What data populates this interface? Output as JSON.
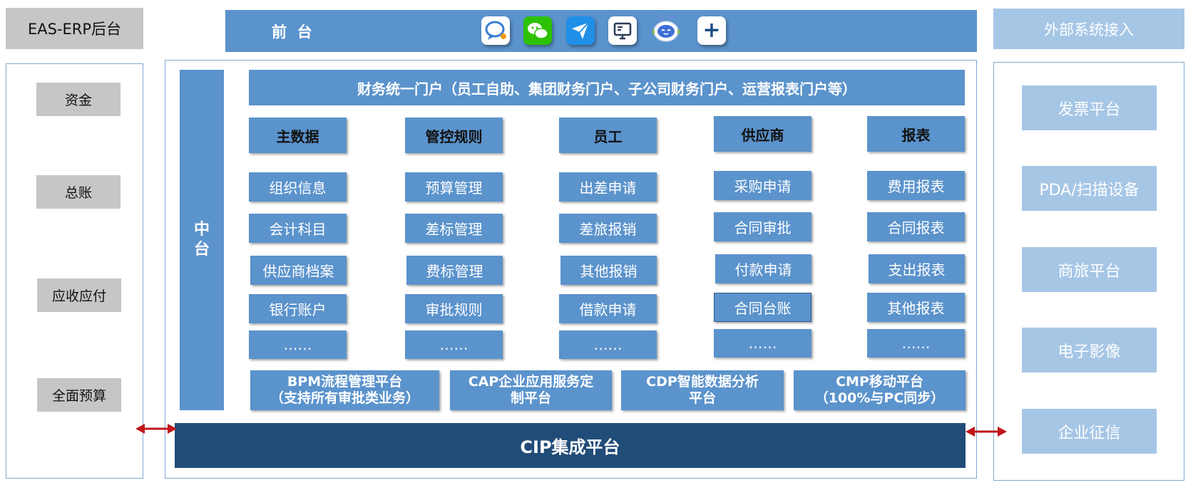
{
  "backend": {
    "title": "EAS-ERP后台",
    "items": [
      "资金",
      "总账",
      "应收应付",
      "全面预算"
    ]
  },
  "frontend": {
    "label": "前  台",
    "icons": [
      "chat-bubble-icon",
      "wechat-icon",
      "paper-plane-icon",
      "monitor-icon",
      "robot-icon",
      "plus-icon"
    ],
    "plus_glyph": "+"
  },
  "external": {
    "title": "外部系统接入",
    "items": [
      "发票平台",
      "PDA/扫描设备",
      "商旅平台",
      "电子影像",
      "企业征信"
    ]
  },
  "middle": {
    "label": "中\n台",
    "portal": "财务统一门户（员工自助、集团财务门户、子公司财务门户、运营报表门户等）",
    "columns": [
      {
        "header": "主数据",
        "items": [
          "组织信息",
          "会计科目",
          "供应商档案",
          "银行账户",
          "……"
        ]
      },
      {
        "header": "管控规则",
        "items": [
          "预算管理",
          "差标管理",
          "费标管理",
          "审批规则",
          "……"
        ]
      },
      {
        "header": "员工",
        "items": [
          "出差申请",
          "差旅报销",
          "其他报销",
          "借款申请",
          "……"
        ]
      },
      {
        "header": "供应商",
        "items": [
          "采购申请",
          "合同审批",
          "付款申请",
          "合同台账",
          "……"
        ]
      },
      {
        "header": "报表",
        "items": [
          "费用报表",
          "合同报表",
          "支出报表",
          "其他报表",
          "……"
        ]
      }
    ],
    "platforms": [
      {
        "line1": "BPM流程管理平台",
        "line2": "（支持所有审批类业务）"
      },
      {
        "line1": "CAP企业应用服务定",
        "line2": "制平台"
      },
      {
        "line1": "CDP智能数据分析",
        "line2": "平台"
      },
      {
        "line1": "CMP移动平台",
        "line2": "（100%与PC同步）"
      }
    ]
  },
  "integration": {
    "label": "CIP集成平台"
  },
  "colors": {
    "primary_blue": "#5b93cc",
    "dark_blue": "#214c78",
    "light_blue": "#a6c6e6",
    "gray": "#c6c6c6",
    "arrow_red": "#c0161c"
  }
}
